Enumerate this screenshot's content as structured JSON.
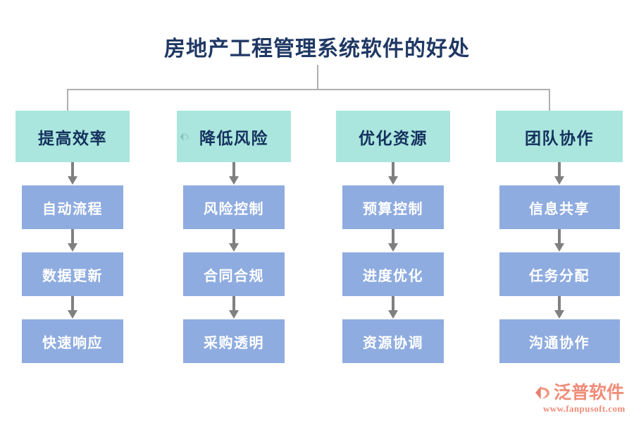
{
  "title": "房地产工程管理系统软件的好处",
  "colors": {
    "title_text": "#1F3864",
    "header_box_bg": "#AAE6DD",
    "header_box_text": "#15315E",
    "sub_box_bg": "#8FACE0",
    "sub_box_text": "#FFFFFF",
    "connector": "#AFAFAF",
    "arrow": "#808080",
    "brand": "#F08C78",
    "page_bg": "#FFFFFF"
  },
  "columns": [
    {
      "header": "提高效率",
      "items": [
        "自动流程",
        "数据更新",
        "快速响应"
      ]
    },
    {
      "header": "降低风险",
      "items": [
        "风险控制",
        "合同合规",
        "采购透明"
      ]
    },
    {
      "header": "优化资源",
      "items": [
        "预算控制",
        "进度优化",
        "资源协调"
      ]
    },
    {
      "header": "团队协作",
      "items": [
        "信息共享",
        "任务分配",
        "沟通协作"
      ]
    }
  ],
  "brand": {
    "name": "泛普软件",
    "url": "www.fanpusoft.com"
  },
  "chart_data": {
    "type": "diagram",
    "diagram_kind": "hierarchical-tree-flowchart",
    "root": "房地产工程管理系统软件的好处",
    "branches": [
      {
        "name": "提高效率",
        "children": [
          "自动流程",
          "数据更新",
          "快速响应"
        ]
      },
      {
        "name": "降低风险",
        "children": [
          "风险控制",
          "合同合规",
          "采购透明"
        ]
      },
      {
        "name": "优化资源",
        "children": [
          "预算控制",
          "进度优化",
          "资源协调"
        ]
      },
      {
        "name": "团队协作",
        "children": [
          "信息共享",
          "任务分配",
          "沟通协作"
        ]
      }
    ]
  }
}
